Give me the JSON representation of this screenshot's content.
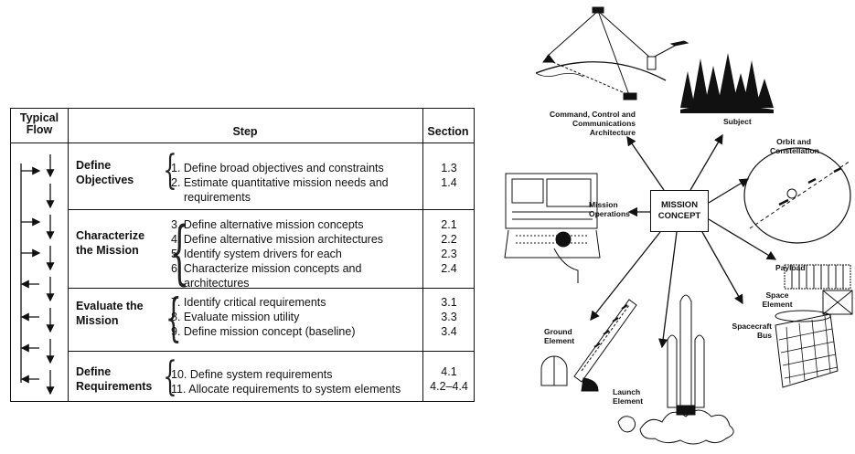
{
  "table": {
    "headers": {
      "flow": "Typical Flow",
      "step": "Step",
      "section": "Section"
    },
    "phases": [
      {
        "name": "Define Objectives",
        "items": [
          "1. Define broad objectives and constraints",
          "2. Estimate quantitative mission needs and",
          "requirements"
        ],
        "sections": [
          "1.3",
          "1.4"
        ]
      },
      {
        "name": "Characterize the Mission",
        "items": [
          "3. Define alternative mission concepts",
          "4. Define alternative mission architectures",
          "5. Identify system drivers for each",
          "6. Characterize mission concepts and",
          "architectures"
        ],
        "sections": [
          "2.1",
          "2.2",
          "2.3",
          "2.4"
        ]
      },
      {
        "name": "Evaluate the Mission",
        "items": [
          "7. Identify critical requirements",
          "8. Evaluate mission utility",
          "9. Define mission concept (baseline)"
        ],
        "sections": [
          "3.1",
          "3.3",
          "3.4"
        ]
      },
      {
        "name": "Define Requirements",
        "items": [
          "10. Define system requirements",
          "11. Allocate requirements to system elements"
        ],
        "sections": [
          "4.1",
          "4.2–4.4"
        ]
      }
    ]
  },
  "concept": {
    "center": "MISSION CONCEPT",
    "labels": {
      "c3": "Command, Control and Communications Architecture",
      "subject": "Subject",
      "orbit": "Orbit and Constellation",
      "operations": "Mission Operations",
      "payload": "Payload",
      "space_element": "Space Element",
      "bus": "Spacecraft Bus",
      "ground": "Ground Element",
      "launch": "Launch Element"
    }
  }
}
